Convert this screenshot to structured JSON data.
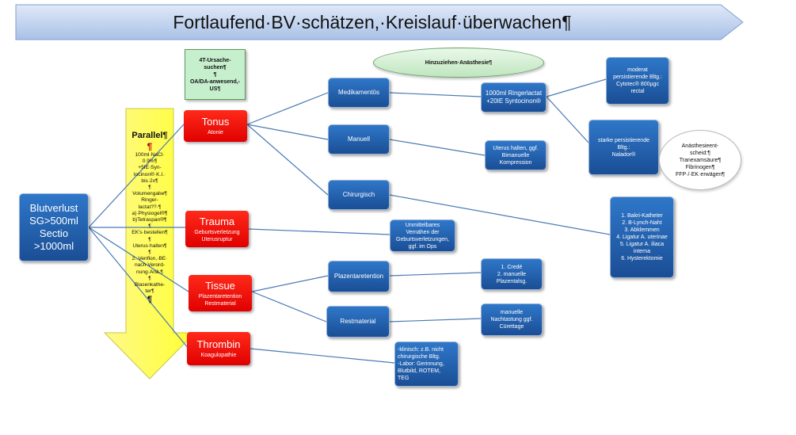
{
  "title": "Fortlaufend·BV·schätzen,·Kreislauf·überwachen¶",
  "start": {
    "line1": "Blutverlust",
    "line2": "SG>500ml",
    "line3": "Sectio",
    "line4": ">1000ml"
  },
  "ursache": "4T-Ursache-\nsuchen¶\n¶\nOA/DA-anwesend,-\nUS¶",
  "parallel": {
    "heading": "Parallel¶",
    "marker": "¶",
    "body": "100ml·NaCl·\n0.9%¶\n+5IE·Syn-\ntocinon®·K.I.·\nbis·2x¶\n¶\nVolumengabe¶\nRinger-\nlactat??·¶\na)·Physiogel®¶\nb)Tetraspan®¶\n¶\nEK's·bestellen¶\n¶\nUterus·halten¶\n¶\n2.·Venflon,·BE·\nnach·Verord-\nnung·Anä.¶\n¶\nBlasenkathe-\nter¶",
    "end": "¶"
  },
  "causes": {
    "tonus": {
      "title": "Tonus",
      "sub": "Atonie"
    },
    "trauma": {
      "title": "Trauma",
      "sub": "Geburtsverletzung\nUterusruptur"
    },
    "tissue": {
      "title": "Tissue",
      "sub": "Plazentaretention\nRestmaterial"
    },
    "thrombin": {
      "title": "Thrombin",
      "sub": "Koagulopathie"
    }
  },
  "anaesthesie": "Hinzuziehen·Anästhesie¶",
  "tonus_branch": {
    "medikamentoes": "Medikamentös",
    "manuell": "Manuell",
    "chirurgisch": "Chirurgisch",
    "ringer": "1000ml Ringerlactat\n+20IE Syntocinon®",
    "uterus_halten": "Uterus halten, ggf.\nBimanuelle\nKompression",
    "moderat": "moderat\npersistierende Bltg.:\nCytotec® 800µgc\nrectal",
    "starke": "starke persistierende\nBltg.:\nNalador®",
    "entscheid": "Anästhesieent-\nscheid:¶\nTranexamsäure¶\nFibrinogen¶\nFFP·/·EK·erwägen¶",
    "chirurgie_list": "1. Bakri-Katheter\n2. B-Lynch-Naht\n3. Abklemmen\n4. Ligatur A. uterinae\n5. Ligatur A. iliaca\ninterna\n6. Hysterektomie"
  },
  "trauma_branch": {
    "naehen": "Unmittelbares\nVernähen der\nGeburtsverletzungen,\nggf. im Ops"
  },
  "tissue_branch": {
    "plazentaretention": "Plazentaretention",
    "restmaterial": "Restmaterial",
    "crede": "1. Credé\n2. manuelle\nPlazentalsg.",
    "nachtastung": "manuelle\nNachtastung ggf.\nCürettage"
  },
  "thrombin_branch": {
    "gerinnung": "-klinisch: z.B. nicht\nchirurgische Bltg.\n-Labor: Gerinnung,\nBlutbild, ROTEM,\nTEG"
  },
  "colors": {
    "blue": "#1f5fae",
    "red": "#ff1a10",
    "green": "#c6efce",
    "arrow_yellow": "#ffff66",
    "line": "#4a7ab5"
  }
}
